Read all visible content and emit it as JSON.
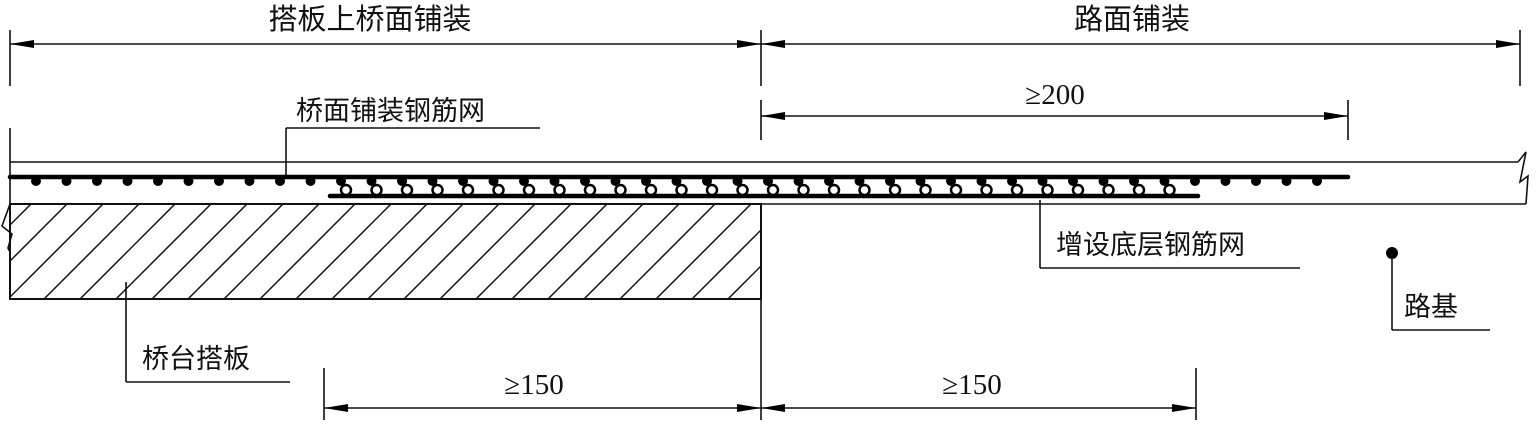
{
  "labels": {
    "deck_paving_on_slab": "搭板上桥面铺装",
    "road_paving": "路面铺装",
    "deck_rebar_mesh": "桥面铺装钢筋网",
    "added_bottom_rebar_mesh": "增设底层钢筋网",
    "abutment_approach_slab": "桥台搭板",
    "subgrade": "路基"
  },
  "dimensions": {
    "overlap_road_top": "≥200",
    "overlap_slab_bottom": "≥150",
    "overlap_road_bottom": "≥150"
  }
}
